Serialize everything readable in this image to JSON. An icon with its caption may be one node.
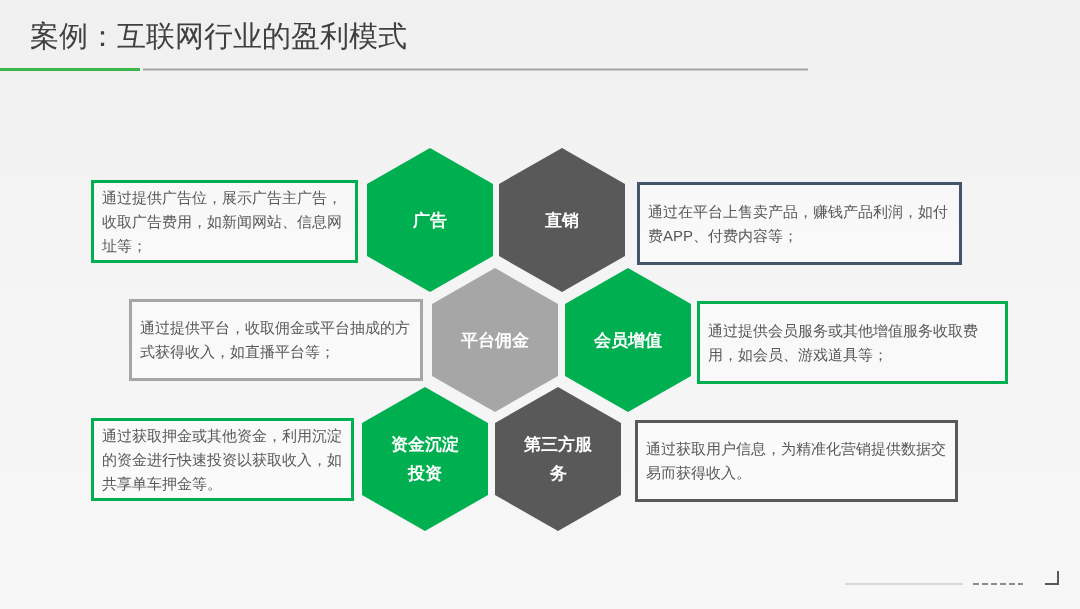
{
  "diagram": {
    "title": "案例：互联网行业的盈利模式",
    "nodes": [
      {
        "text": [
          "通过提供广告位，展示广告主广告，收取广告费用，如新闻网站、信息网址等；"
        ]
      },
      {
        "text": [
          "广告"
        ]
      },
      {
        "text": [
          "直销"
        ]
      },
      {
        "text": [
          "通过在平台上售卖产品，赚钱产品利润，如付费APP、付费内容等；"
        ]
      },
      {
        "text": [
          "通过提供平台，收取佣金或平台抽成的方式获得收入，如直播平台等；"
        ]
      },
      {
        "text": [
          "平台佣金"
        ]
      },
      {
        "text": [
          "会员增值"
        ]
      },
      {
        "text": [
          "通过提供会员服务或其他增值服务收取费用，如会员、游戏道具等；"
        ]
      },
      {
        "text": [
          "通过获取押金或其他资金，利用沉淀的资金进行快速投资以获取收入，如共享单车押金等。"
        ]
      },
      {
        "text": [
          "资金沉淀投资"
        ]
      },
      {
        "text": [
          "第三方服务"
        ]
      },
      {
        "text": [
          "通过获取用户信息，为精准化营销提供数据交易而获得收入。"
        ]
      }
    ]
  }
}
